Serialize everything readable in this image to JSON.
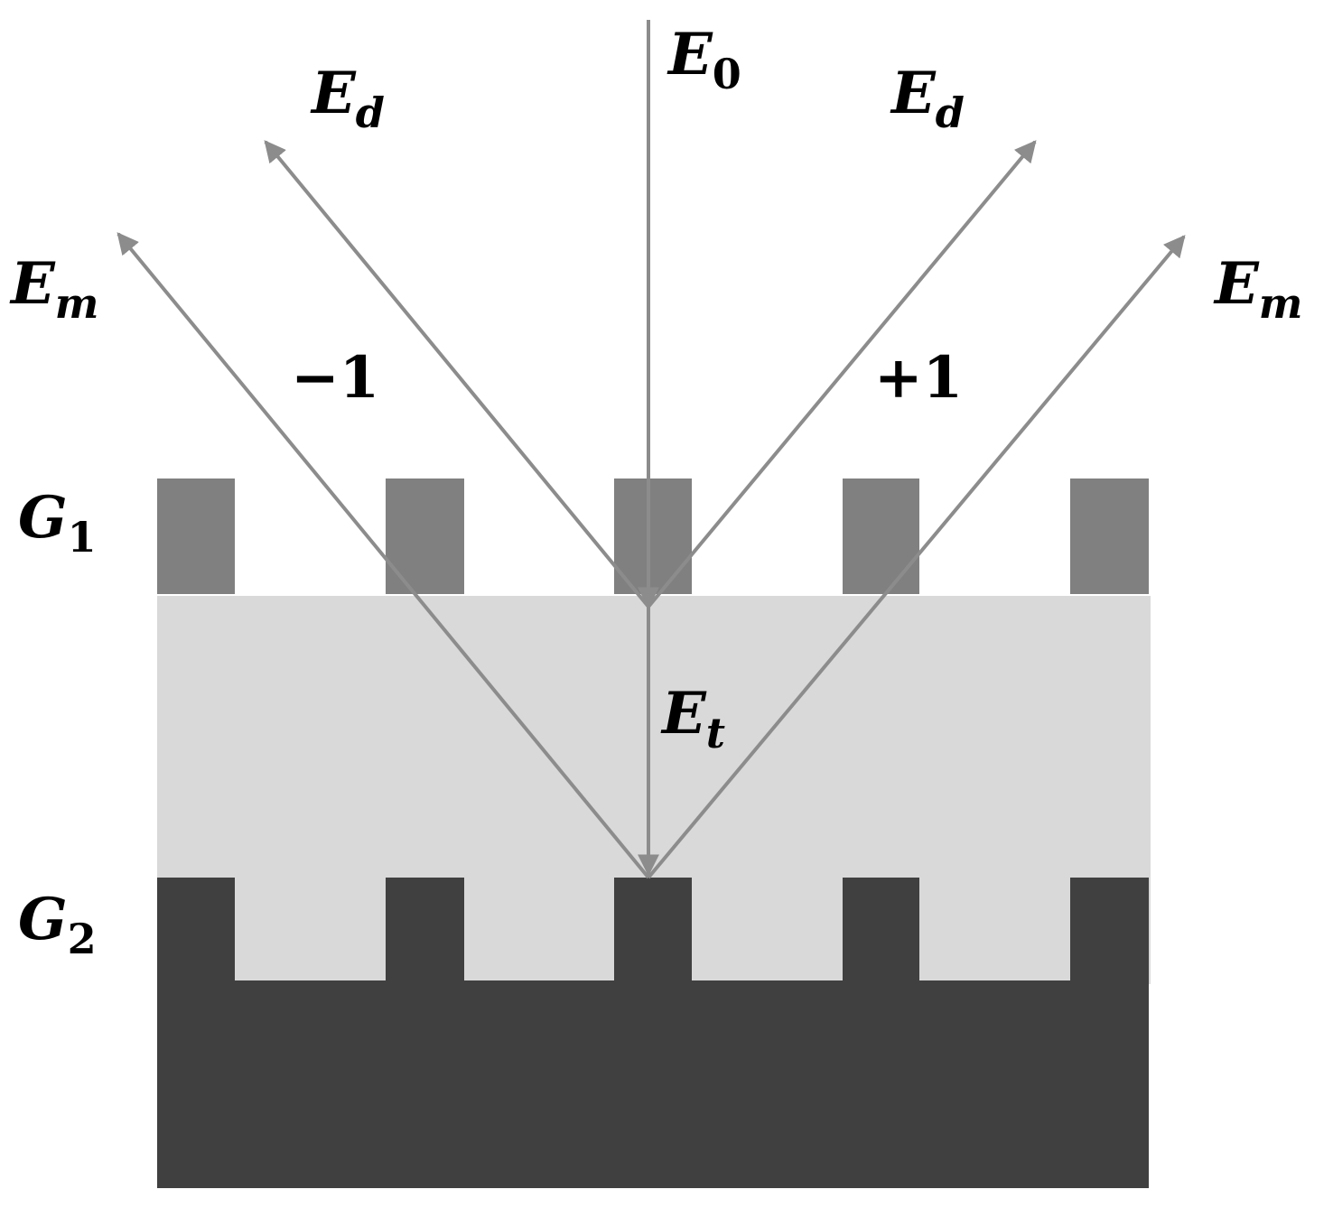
{
  "colors": {
    "background": "#ffffff",
    "grating_g1": "#808080",
    "spacer": "#d9d9d9",
    "grating_g2": "#404040",
    "ray": "#8c8c8c",
    "text": "#000000"
  },
  "labels": {
    "E0": {
      "symbol": "E",
      "sub": "0"
    },
    "Ed_left": {
      "symbol": "E",
      "sub": "d"
    },
    "Ed_right": {
      "symbol": "E",
      "sub": "d"
    },
    "Em_left": {
      "symbol": "E",
      "sub": "m"
    },
    "Em_right": {
      "symbol": "E",
      "sub": "m"
    },
    "Et": {
      "symbol": "E",
      "sub": "t"
    },
    "G1": {
      "symbol": "G",
      "sub": "1"
    },
    "G2": {
      "symbol": "G",
      "sub": "2"
    },
    "order_minus": "−1",
    "order_plus": "+1"
  }
}
